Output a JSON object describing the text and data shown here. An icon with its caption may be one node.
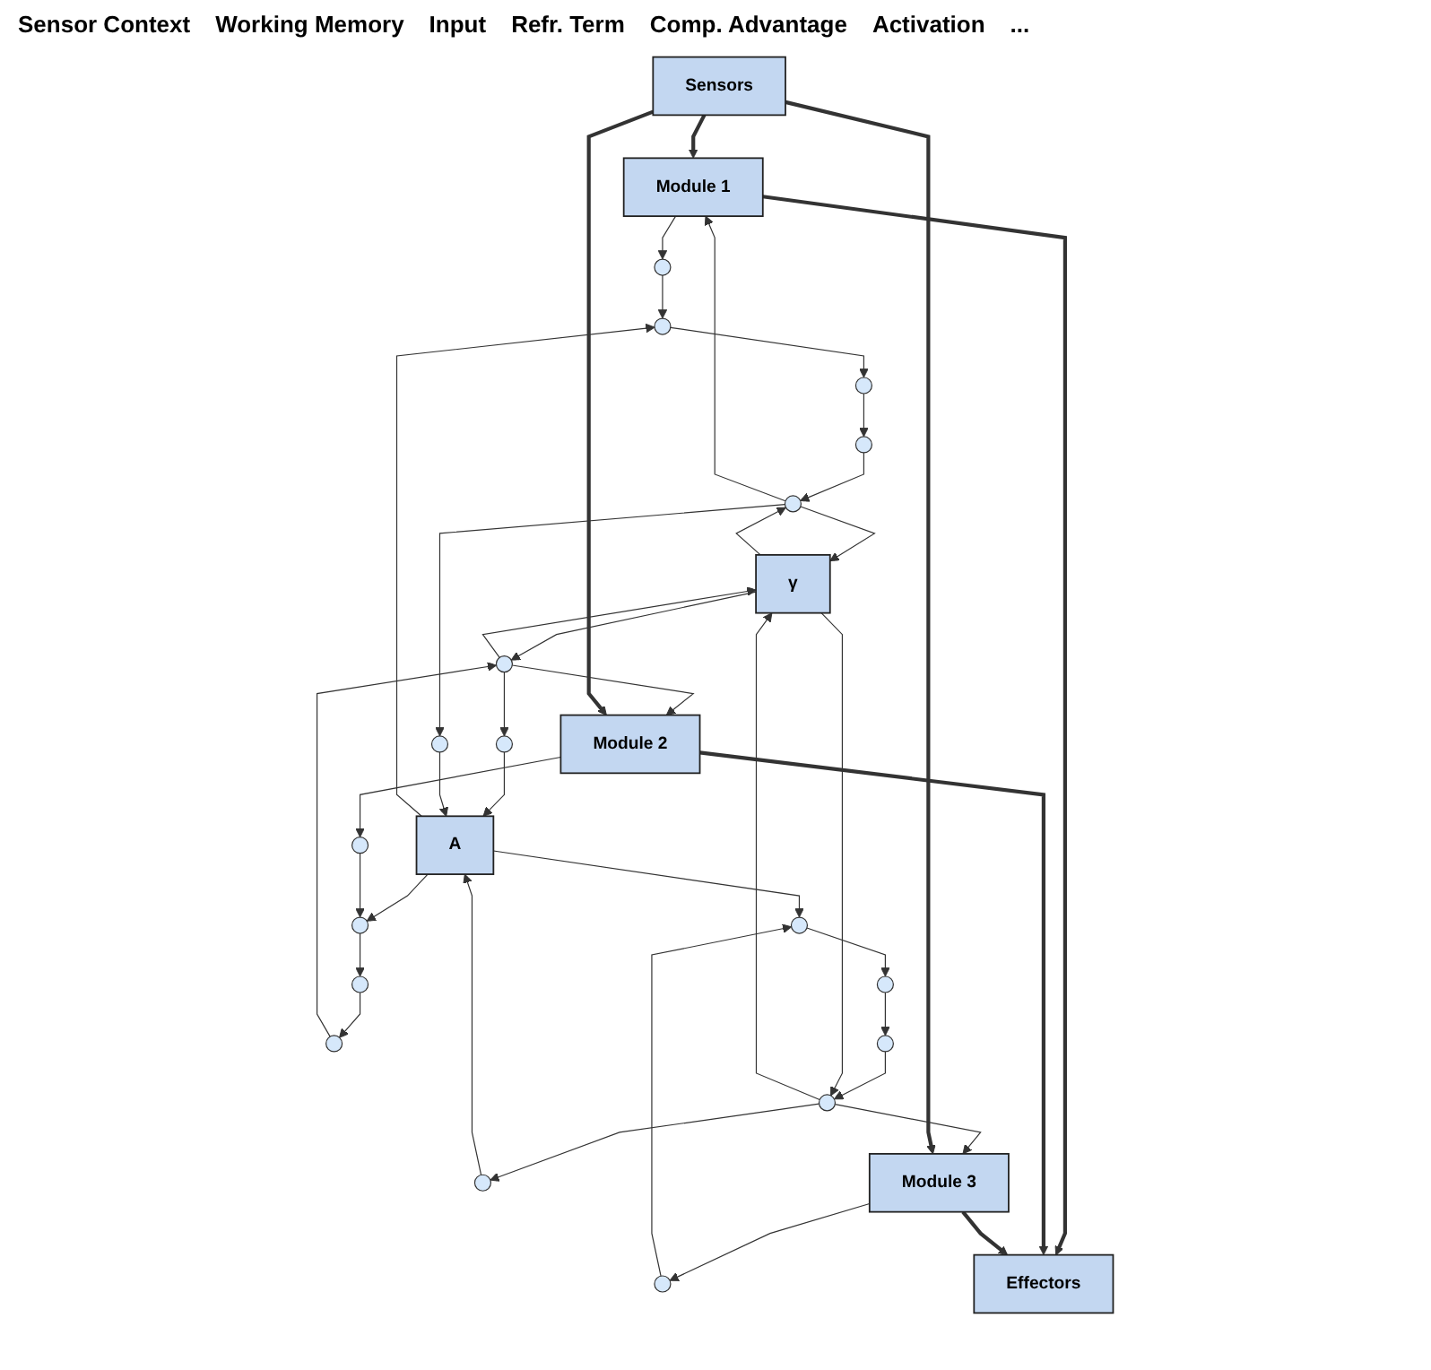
{
  "diagram": {
    "nodes": [
      {
        "text": [
          "A"
        ]
      },
      {
        "text": [],
        "shape": "circle"
      },
      {
        "text": [],
        "shape": "circle"
      },
      {
        "text": [],
        "shape": "circle"
      },
      {
        "text": [],
        "shape": "circle"
      },
      {
        "text": [],
        "shape": "circle"
      },
      {
        "text": [],
        "shape": "circle"
      },
      {
        "text": [],
        "shape": "circle"
      },
      {
        "text": [],
        "shape": "circle"
      },
      {
        "text": [],
        "shape": "circle"
      },
      {
        "text": [],
        "shape": "circle"
      },
      {
        "text": [],
        "shape": "circle"
      },
      {
        "text": [],
        "shape": "circle"
      },
      {
        "text": [],
        "shape": "circle"
      },
      {
        "text": [],
        "shape": "circle"
      },
      {
        "text": [],
        "shape": "circle"
      },
      {
        "text": [],
        "shape": "circle"
      },
      {
        "text": [],
        "shape": "circle"
      },
      {
        "text": [],
        "shape": "circle"
      },
      {
        "text": [
          "γ"
        ]
      },
      {
        "text": [
          "Sensors"
        ]
      },
      {
        "text": [
          "Module 1"
        ]
      },
      {
        "text": [
          "Module 2"
        ]
      },
      {
        "text": [
          "Module 3"
        ]
      },
      {
        "text": [
          "Effectors"
        ]
      }
    ],
    "edges": [
      {
        "from": 0,
        "to": 7,
        "arrow": "to"
      },
      {
        "from": 3,
        "to": 7,
        "arrow": "to"
      },
      {
        "from": 0,
        "to": 8,
        "arrow": "to"
      },
      {
        "from": 2,
        "to": 8,
        "arrow": "to"
      },
      {
        "from": 0,
        "to": 9,
        "arrow": "to"
      },
      {
        "from": 1,
        "to": 9,
        "arrow": "to"
      },
      {
        "from": 7,
        "to": 10,
        "arrow": "to"
      },
      {
        "from": 10,
        "to": 13,
        "arrow": "to"
      },
      {
        "from": 13,
        "to": 16,
        "arrow": "to"
      },
      {
        "from": 8,
        "to": 11,
        "arrow": "to"
      },
      {
        "from": 11,
        "to": 14,
        "arrow": "to"
      },
      {
        "from": 14,
        "to": 17,
        "arrow": "to"
      },
      {
        "from": 9,
        "to": 12,
        "arrow": "to"
      },
      {
        "from": 12,
        "to": 15,
        "arrow": "to"
      },
      {
        "from": 15,
        "to": 18,
        "arrow": "to"
      },
      {
        "from": 19,
        "to": 16,
        "arrow": "to"
      },
      {
        "from": 19,
        "to": 17,
        "arrow": "to"
      },
      {
        "from": 19,
        "to": 18,
        "arrow": "to"
      },
      {
        "from": 16,
        "to": 19,
        "arrow": "to"
      },
      {
        "from": 17,
        "to": 19,
        "arrow": "to"
      },
      {
        "from": 18,
        "to": 19,
        "arrow": "to"
      },
      {
        "from": 16,
        "to": 21,
        "arrow": "to"
      },
      {
        "from": 16,
        "to": 6,
        "arrow": "to"
      },
      {
        "from": 17,
        "to": 22,
        "arrow": "to"
      },
      {
        "from": 17,
        "to": 5,
        "arrow": "to"
      },
      {
        "from": 18,
        "to": 23,
        "arrow": "to"
      },
      {
        "from": 18,
        "to": 4,
        "arrow": "to"
      },
      {
        "from": 4,
        "to": 0,
        "arrow": "to"
      },
      {
        "from": 5,
        "to": 0,
        "arrow": "to"
      },
      {
        "from": 6,
        "to": 0,
        "arrow": "to"
      },
      {
        "from": 21,
        "to": 3,
        "arrow": "to"
      },
      {
        "from": 22,
        "to": 2,
        "arrow": "to"
      },
      {
        "from": 23,
        "to": 1,
        "arrow": "to"
      },
      {
        "from": 20,
        "to": 21,
        "arrow": "to",
        "style": "thick"
      },
      {
        "from": 20,
        "to": 22,
        "arrow": "to",
        "style": "thick"
      },
      {
        "from": 20,
        "to": 23,
        "arrow": "to",
        "style": "thick"
      },
      {
        "from": 21,
        "to": 24,
        "arrow": "to",
        "style": "thick"
      },
      {
        "from": 22,
        "to": 24,
        "arrow": "to",
        "style": "thick"
      },
      {
        "from": 23,
        "to": 24,
        "arrow": "to",
        "style": "thick"
      }
    ],
    "labels": [
      "Sensor Context",
      "Working Memory",
      "Input",
      "Refr. Term",
      "Comp. Advantage",
      "Activation",
      "..."
    ]
  }
}
